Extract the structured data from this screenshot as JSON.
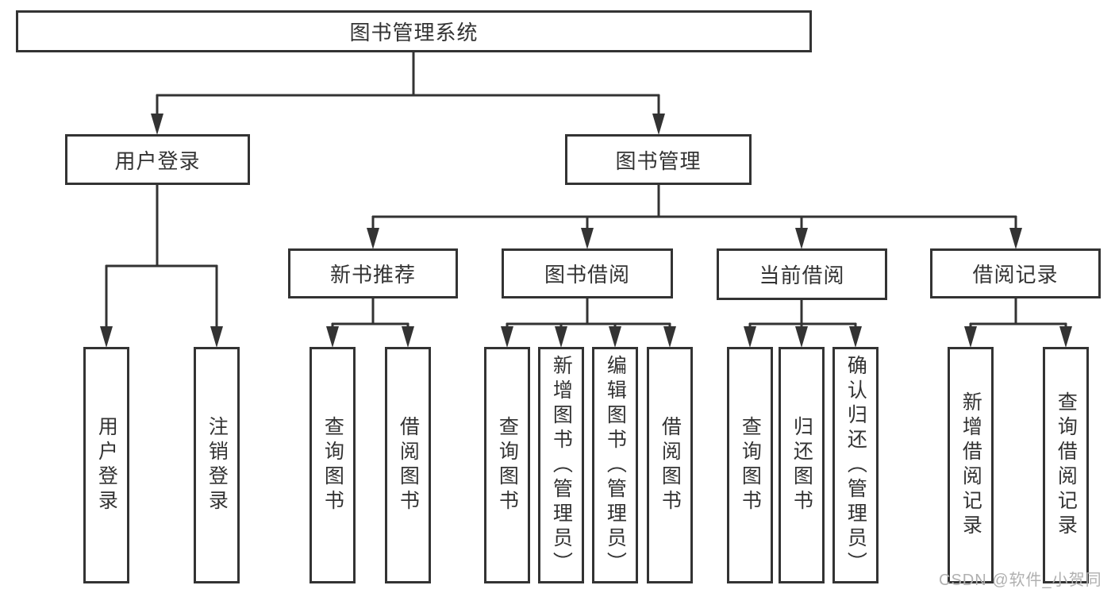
{
  "diagram_title": "图书管理系统",
  "tree": {
    "label": "图书管理系统",
    "children": [
      {
        "label": "用户登录",
        "children": [
          {
            "label": "用户登录"
          },
          {
            "label": "注销登录"
          }
        ]
      },
      {
        "label": "图书管理",
        "children": [
          {
            "label": "新书推荐",
            "children": [
              {
                "label": "查询图书"
              },
              {
                "label": "借阅图书"
              }
            ]
          },
          {
            "label": "图书借阅",
            "children": [
              {
                "label": "查询图书"
              },
              {
                "label": "新增图书（管理员）"
              },
              {
                "label": "编辑图书（管理员）"
              },
              {
                "label": "借阅图书"
              }
            ]
          },
          {
            "label": "当前借阅",
            "children": [
              {
                "label": "查询图书"
              },
              {
                "label": "归还图书"
              },
              {
                "label": "确认归还（管理员）"
              }
            ]
          },
          {
            "label": "借阅记录",
            "children": [
              {
                "label": "新增借阅记录"
              },
              {
                "label": "查询借阅记录"
              }
            ]
          }
        ]
      }
    ]
  },
  "watermark": {
    "text": "CSDN @软件_小贺同学"
  },
  "colors": {
    "line": "#333333",
    "box_border": "#333333",
    "text": "#333333",
    "background": "#ffffff",
    "watermark": "#b0b0b0"
  }
}
